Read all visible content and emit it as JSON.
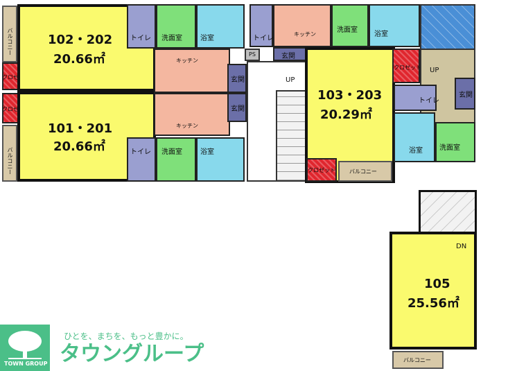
{
  "units": {
    "u102": {
      "number": "102・202",
      "area": "20.66㎡"
    },
    "u101": {
      "number": "101・201",
      "area": "20.66㎡"
    },
    "u103": {
      "number": "103・203",
      "area": "20.29㎡"
    },
    "u105": {
      "number": "105",
      "area": "25.56㎡"
    }
  },
  "labels": {
    "toilet": "トイレ",
    "washroom": "洗面室",
    "bathroom": "浴室",
    "kitchen": "キッチン",
    "entrance": "玄関",
    "closet": "クロゼット",
    "balcony": "バルコニー",
    "ps": "PS",
    "up": "UP",
    "dn": "DN"
  },
  "brand": {
    "tagline": "ひとを、まちを、もっと豊かに。",
    "name": "タウングループ",
    "logo_text": "TOWN GROUP",
    "color": "#4bbf88"
  }
}
